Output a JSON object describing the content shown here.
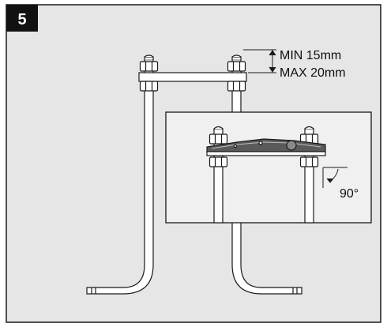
{
  "step": {
    "number": "5"
  },
  "dimension": {
    "min_label": "MIN 15mm",
    "max_label": "MAX 20mm"
  },
  "inset": {
    "angle_label": "90°"
  },
  "colors": {
    "panel_background": "#e6e6e6",
    "inset_background": "#f0f0f0",
    "line": "#1a1a1a",
    "badge_background": "#111111",
    "badge_text": "#ffffff"
  },
  "icons": [
    "anchor-bolt-icon",
    "nut-icon",
    "mounting-bracket-icon",
    "right-angle-icon"
  ]
}
